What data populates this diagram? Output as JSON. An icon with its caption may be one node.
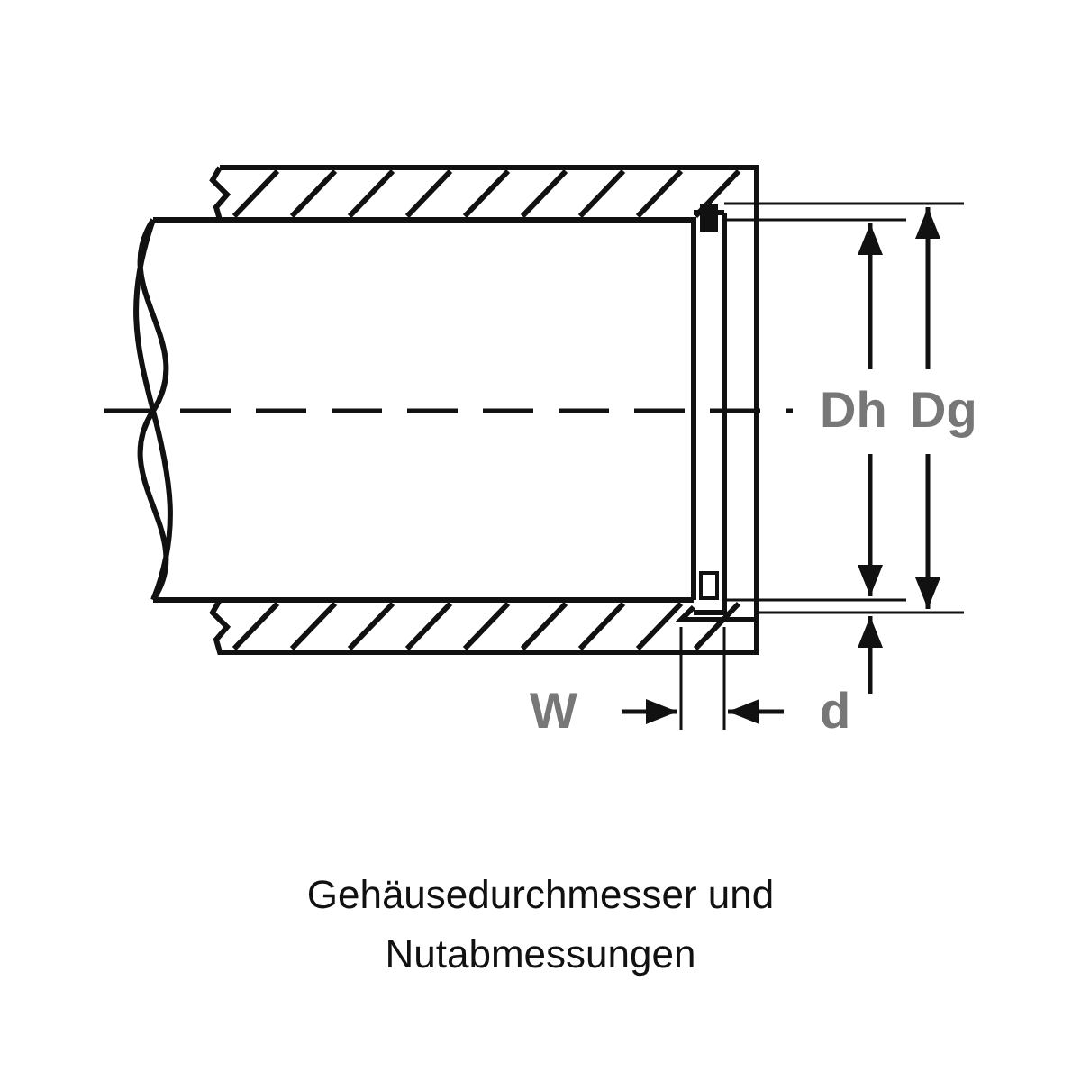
{
  "diagram": {
    "caption": "Gehäusedurchmesser und Nutabmessungen",
    "labels": [
      "Dh",
      "Dg",
      "W",
      "d"
    ]
  }
}
